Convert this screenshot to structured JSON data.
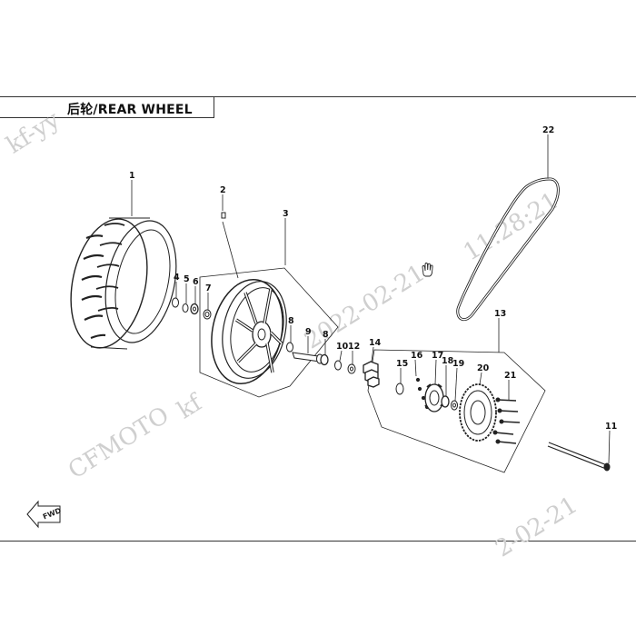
{
  "title": "后轮/REAR WHEEL",
  "fwd_label": "FWD",
  "watermarks": [
    "kf-yy",
    "11:28:21",
    "2022-02-21",
    "CFMOTO",
    "kf",
    "2-02-21"
  ],
  "callouts": [
    "1",
    "2",
    "3",
    "4",
    "5",
    "6",
    "7",
    "8",
    "9",
    "8",
    "10",
    "12",
    "14",
    "15",
    "16",
    "17",
    "18",
    "19",
    "20",
    "21",
    "13",
    "22",
    "11"
  ],
  "colors": {
    "line": "#222222",
    "frame": "#333333",
    "watermark": "#cfcfcf"
  },
  "icons": [
    "hand-cursor-icon",
    "fwd-arrow-icon"
  ]
}
